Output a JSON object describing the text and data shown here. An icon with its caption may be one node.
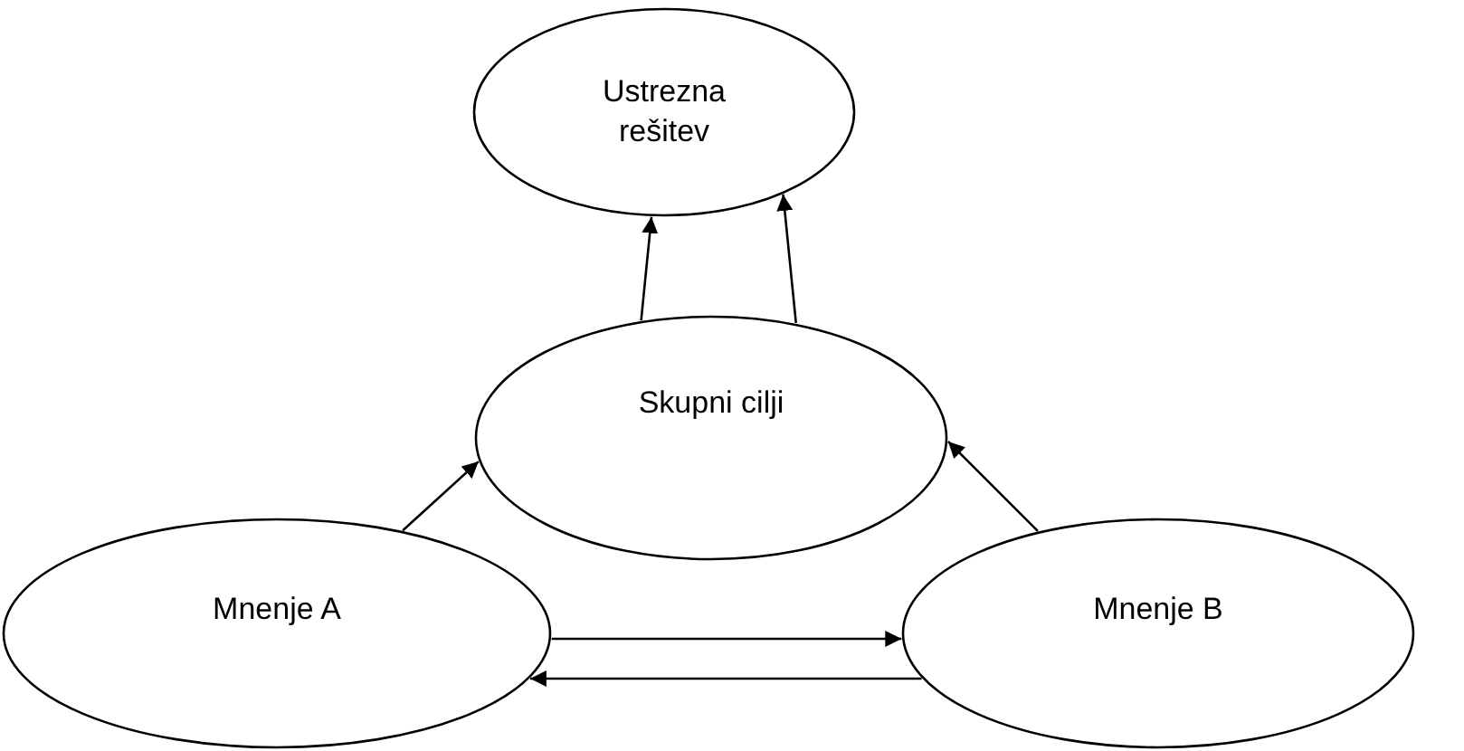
{
  "diagram": {
    "nodes": [
      {
        "text": [
          "Ustrezna rešitev"
        ]
      },
      {
        "text": [
          "Skupni cilji"
        ]
      },
      {
        "text": [
          "Mnenje A"
        ]
      },
      {
        "text": [
          "Mnenje B"
        ]
      }
    ],
    "edges": [
      {
        "from": 1,
        "to": 0,
        "arrow": "to"
      },
      {
        "from": 1,
        "to": 0,
        "arrow": "to"
      },
      {
        "from": 2,
        "to": 1,
        "arrow": "to"
      },
      {
        "from": 3,
        "to": 1,
        "arrow": "to"
      },
      {
        "from": 2,
        "to": 3,
        "arrow": "to"
      },
      {
        "from": 3,
        "to": 2,
        "arrow": "to"
      }
    ]
  }
}
